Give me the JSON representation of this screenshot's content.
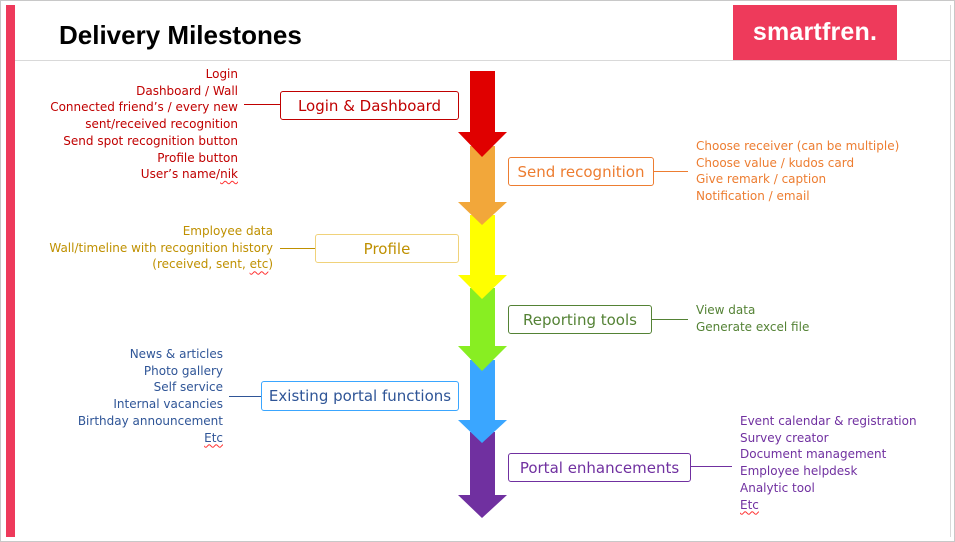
{
  "slide": {
    "title": "Delivery Milestones"
  },
  "logo": {
    "text": "smartfren."
  },
  "colors": {
    "brand": "#ee3a5b",
    "stage_red": "#e00000",
    "stage_orange": "#f2a73a",
    "stage_yellow": "#ffff00",
    "stage_green": "#88ee22",
    "stage_blue": "#3aa6ff",
    "stage_purple": "#7030a0"
  },
  "milestones": [
    {
      "label": "Login & Dashboard",
      "color": "#c00000",
      "items": [
        "Login",
        "Dashboard / Wall",
        "Connected friend’s / every new",
        "sent/received recognition",
        "Send spot recognition button",
        "Profile button",
        "User’s name/",
        "nik"
      ]
    },
    {
      "label": "Send recognition",
      "color": "#ed7d31",
      "items": [
        "Choose receiver (can be multiple)",
        "Choose value / kudos card",
        "Give remark / caption",
        "Notification / email"
      ]
    },
    {
      "label": "Profile",
      "color": "#bf9000",
      "items": [
        "Employee data",
        "Wall/timeline with recognition history",
        "(received, sent, ",
        "etc",
        ")"
      ]
    },
    {
      "label": "Reporting tools",
      "color": "#548235",
      "items": [
        "View data",
        "Generate excel file"
      ]
    },
    {
      "label": "Existing portal functions",
      "color": "#2f5597",
      "items": [
        "News & articles",
        "Photo gallery",
        "Self service",
        "Internal vacancies",
        "Birthday announcement",
        "Etc"
      ]
    },
    {
      "label": "Portal enhancements",
      "color": "#7030a0",
      "items": [
        "Event calendar & registration",
        "Survey creator",
        "Document management",
        "Employee helpdesk",
        "Analytic tool",
        "Etc"
      ]
    }
  ]
}
